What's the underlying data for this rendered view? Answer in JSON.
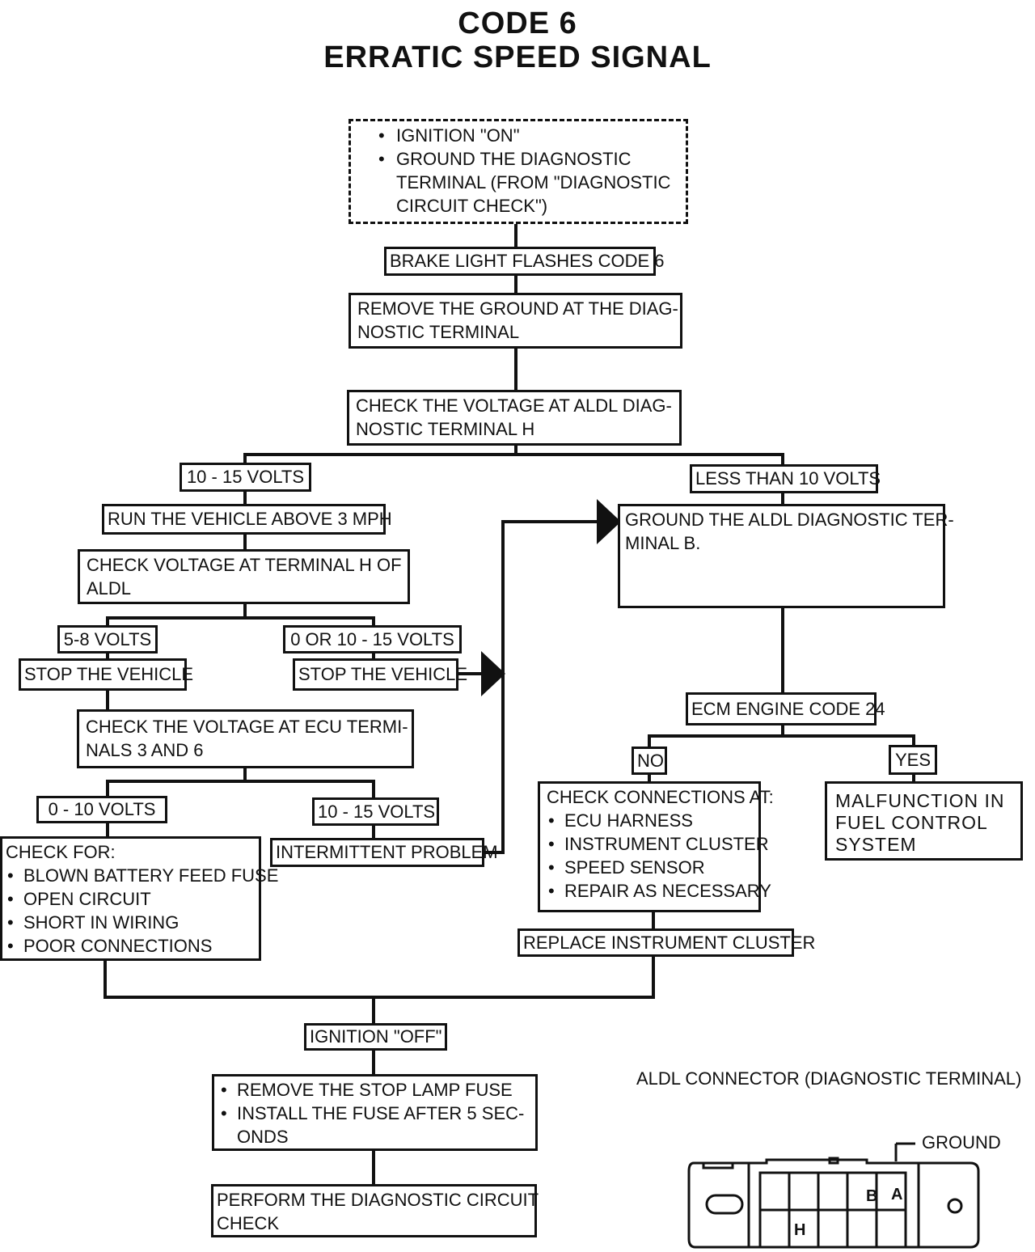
{
  "title_line1": "CODE 6",
  "title_line2": "ERRATIC SPEED SIGNAL",
  "steps": {
    "precondition": [
      "IGNITION \"ON\"",
      "GROUND THE DIAGNOSTIC TERMINAL (FROM \"DIAGNOSTIC CIRCUIT CHECK\")"
    ],
    "precondition_lines": [
      "IGNITION \"ON\"",
      "GROUND THE DIAGNOSTIC",
      "TERMINAL (FROM \"DIAGNOSTIC",
      "CIRCUIT CHECK\")"
    ],
    "brake_light": "BRAKE LIGHT FLASHES CODE 6",
    "remove_ground_l1": "REMOVE THE GROUND AT THE DIAG-",
    "remove_ground_l2": "NOSTIC TERMINAL",
    "check_aldl_l1": "CHECK THE VOLTAGE AT ALDL DIAG-",
    "check_aldl_l2": "NOSTIC TERMINAL H",
    "volts_10_15_a": "10 - 15 VOLTS",
    "less_than_10": "LESS THAN 10 VOLTS",
    "run_vehicle": "RUN THE VEHICLE ABOVE 3 MPH",
    "check_terminal_h_l1": "CHECK VOLTAGE AT TERMINAL H OF",
    "check_terminal_h_l2": "ALDL",
    "volts_5_8": "5-8 VOLTS",
    "volts_0_or_10_15": "0 OR 10 - 15 VOLTS",
    "stop_vehicle_a": "STOP THE VEHICLE",
    "stop_vehicle_b": "STOP THE VEHICLE",
    "check_ecu_l1": "CHECK THE VOLTAGE AT ECU TERMI-",
    "check_ecu_l2": "NALS 3 AND 6",
    "volts_0_10": "0 - 10 VOLTS",
    "volts_10_15_b": "10 - 15 VOLTS",
    "check_for_title": "CHECK FOR:",
    "check_for_items": [
      "BLOWN BATTERY FEED FUSE",
      "OPEN CIRCUIT",
      "SHORT IN WIRING",
      "POOR CONNECTIONS"
    ],
    "intermittent": "INTERMITTENT PROBLEM",
    "ground_b_l1": "GROUND THE ALDL DIAGNOSTIC TER-",
    "ground_b_l2": "MINAL B.",
    "ecm_code": "ECM ENGINE CODE 24",
    "no": "NO",
    "yes": "YES",
    "check_conn_title": "CHECK CONNECTIONS AT:",
    "check_conn_items": [
      "ECU HARNESS",
      "INSTRUMENT CLUSTER",
      "SPEED SENSOR",
      "REPAIR AS NECESSARY"
    ],
    "malfunction_lines": [
      "MALFUNCTION IN",
      "FUEL CONTROL",
      "SYSTEM"
    ],
    "replace_cluster": "REPLACE INSTRUMENT CLUSTER",
    "ignition_off": "IGNITION \"OFF\"",
    "fuse_item1": "REMOVE THE STOP LAMP FUSE",
    "fuse_item2_l1": "INSTALL THE FUSE AFTER 5 SEC-",
    "fuse_item2_l2": "ONDS",
    "perform_l1": "PERFORM THE DIAGNOSTIC CIRCUIT",
    "perform_l2": "CHECK"
  },
  "connector": {
    "caption": "ALDL CONNECTOR (DIAGNOSTIC TERMINAL)",
    "ground_label": "GROUND",
    "pin_a": "A",
    "pin_b": "B",
    "pin_h": "H"
  }
}
